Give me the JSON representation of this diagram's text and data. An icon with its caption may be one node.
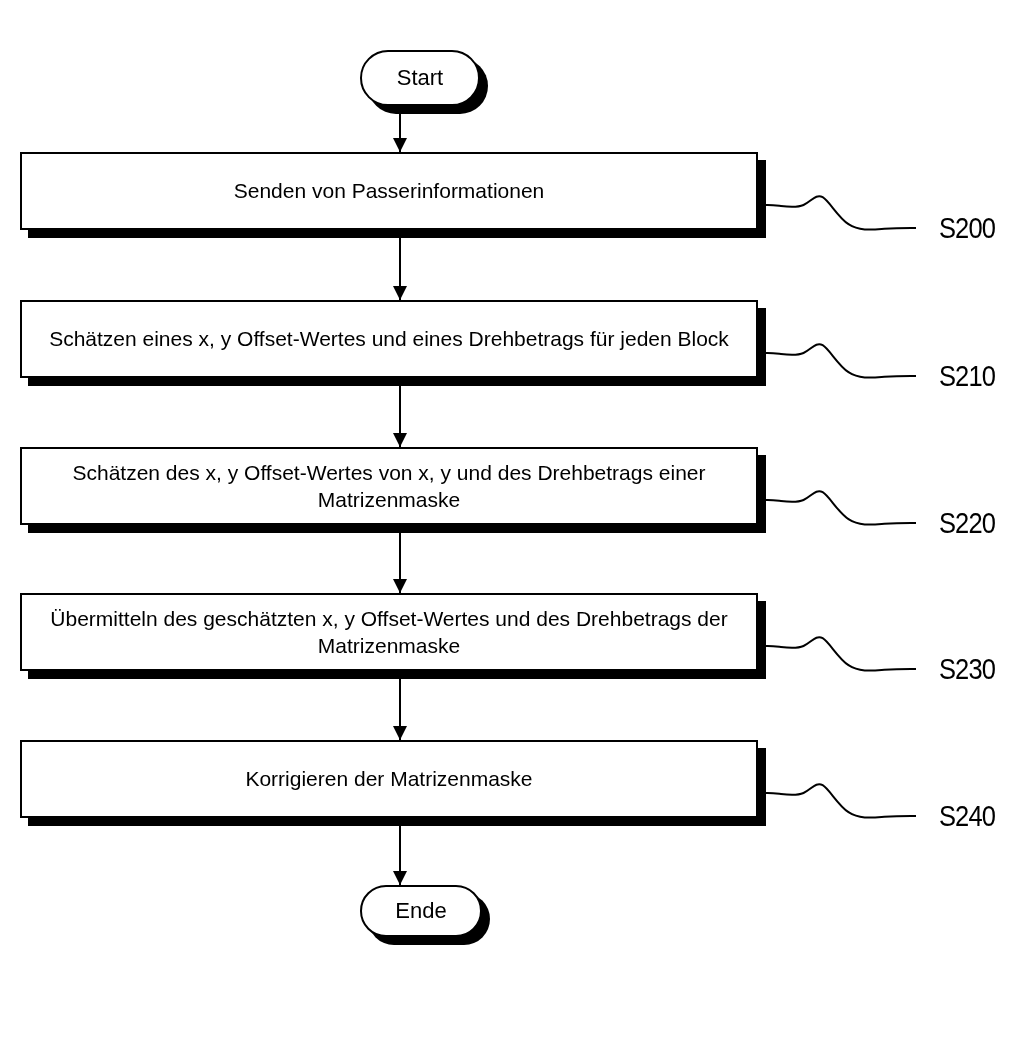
{
  "diagram": {
    "nodes": [
      {
        "text": [
          "Start"
        ]
      },
      {
        "text": [
          "Senden von Passerinformationen"
        ]
      },
      {
        "text": [
          "S200"
        ]
      },
      {
        "text": [
          "Schätzen eines x, y Offset-Wertes und eines Drehbetrags für jeden Block"
        ]
      },
      {
        "text": [
          "S210"
        ]
      },
      {
        "text": [
          "Schätzen des x, y Offset-Wertes von x, y und des Drehbetrags einer Matrizenmaske"
        ]
      },
      {
        "text": [
          "S220"
        ]
      },
      {
        "text": [
          "Übermitteln des geschätzten x, y Offset-Wertes und des Drehbetrags der Matrizenmaske"
        ]
      },
      {
        "text": [
          "S230"
        ]
      },
      {
        "text": [
          "Korrigieren der Matrizenmaske"
        ]
      },
      {
        "text": [
          "S240"
        ]
      },
      {
        "text": [
          "Ende"
        ]
      }
    ],
    "edges": [
      {
        "from": 0,
        "to": 1,
        "arrow": "to"
      },
      {
        "from": 1,
        "to": 3,
        "arrow": "to"
      },
      {
        "from": 3,
        "to": 5,
        "arrow": "to"
      },
      {
        "from": 5,
        "to": 7,
        "arrow": "to"
      },
      {
        "from": 7,
        "to": 9,
        "arrow": "to"
      },
      {
        "from": 9,
        "to": 11,
        "arrow": "to"
      },
      {
        "from": 2,
        "to": 1,
        "arrow": "none"
      },
      {
        "from": 4,
        "to": 3,
        "arrow": "none"
      },
      {
        "from": 6,
        "to": 5,
        "arrow": "none"
      },
      {
        "from": 8,
        "to": 7,
        "arrow": "none"
      },
      {
        "from": 10,
        "to": 9,
        "arrow": "none"
      }
    ]
  }
}
